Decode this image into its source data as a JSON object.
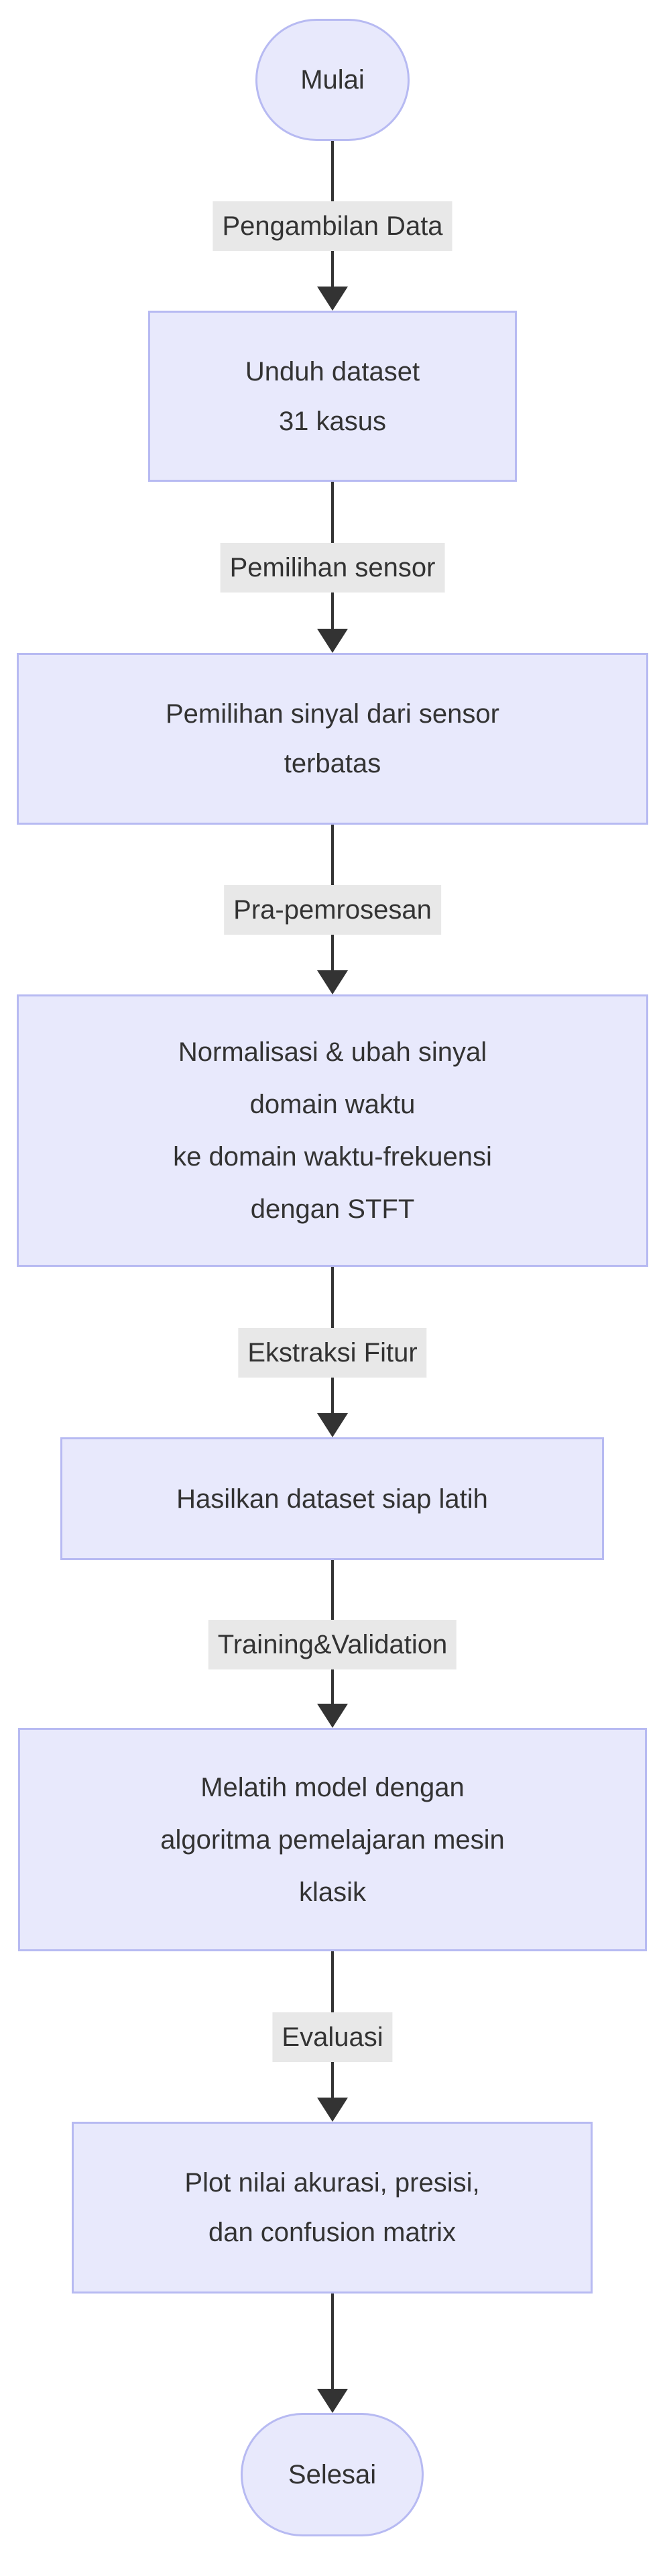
{
  "diagram": {
    "type": "flowchart-top-down",
    "colors": {
      "background": "#ffffff",
      "node_fill": "#e8e9fc",
      "node_border": "#b7baf2",
      "text": "#333333",
      "edge_line": "#333333",
      "edge_label_bg": "#e8e8e8"
    },
    "nodes": [
      {
        "id": "start",
        "shape": "stadium",
        "lines": [
          "Mulai"
        ]
      },
      {
        "id": "unduh-dataset",
        "shape": "rect",
        "lines": [
          "Unduh dataset",
          "31 kasus"
        ]
      },
      {
        "id": "pemilihan-sinyal",
        "shape": "rect",
        "lines": [
          "Pemilihan sinyal dari sensor",
          "terbatas"
        ]
      },
      {
        "id": "normalisasi-stft",
        "shape": "rect",
        "lines": [
          "Normalisasi & ubah sinyal",
          "domain waktu",
          "ke domain waktu-frekuensi",
          "dengan STFT"
        ]
      },
      {
        "id": "dataset-siap-latih",
        "shape": "rect",
        "lines": [
          "Hasilkan dataset siap latih"
        ]
      },
      {
        "id": "melatih-model",
        "shape": "rect",
        "lines": [
          "Melatih model dengan",
          "algoritma pemelajaran mesin",
          "klasik"
        ]
      },
      {
        "id": "plot-hasil",
        "shape": "rect",
        "lines": [
          "Plot nilai akurasi, presisi,",
          "dan confusion matrix"
        ]
      },
      {
        "id": "end",
        "shape": "stadium",
        "lines": [
          "Selesai"
        ]
      }
    ],
    "edges": [
      {
        "from": "start",
        "to": "unduh-dataset",
        "label": "Pengambilan Data"
      },
      {
        "from": "unduh-dataset",
        "to": "pemilihan-sinyal",
        "label": "Pemilihan sensor"
      },
      {
        "from": "pemilihan-sinyal",
        "to": "normalisasi-stft",
        "label": "Pra-pemrosesan"
      },
      {
        "from": "normalisasi-stft",
        "to": "dataset-siap-latih",
        "label": "Ekstraksi Fitur"
      },
      {
        "from": "dataset-siap-latih",
        "to": "melatih-model",
        "label": "Training&Validation"
      },
      {
        "from": "melatih-model",
        "to": "plot-hasil",
        "label": "Evaluasi"
      },
      {
        "from": "plot-hasil",
        "to": "end",
        "label": ""
      }
    ]
  }
}
